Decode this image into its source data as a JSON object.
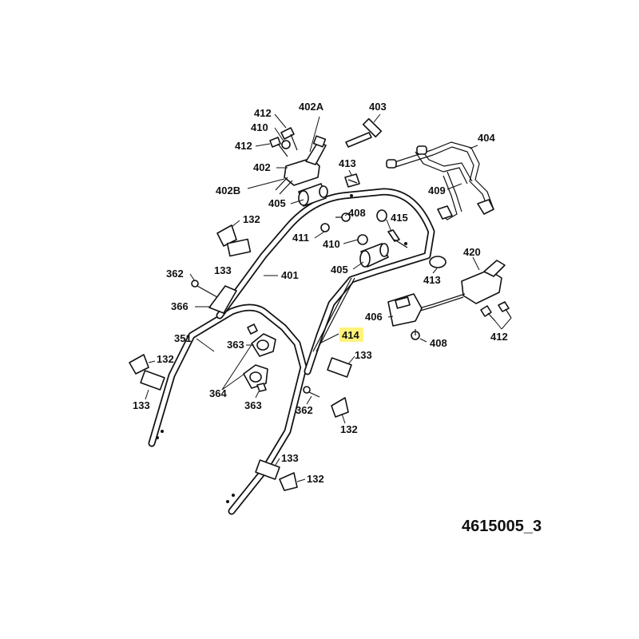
{
  "diagram": {
    "drawing_id": "4615005_3",
    "highlight_color": "#fff27a",
    "labels": {
      "p412a": "412",
      "p402a": "402A",
      "p403": "403",
      "p410a": "410",
      "p412b": "412",
      "p404": "404",
      "p402": "402",
      "p413a": "413",
      "p402b": "402B",
      "p409": "409",
      "p405a": "405",
      "p408a": "408",
      "p132a": "132",
      "p415": "415",
      "p411": "411",
      "p410b": "410",
      "p133a": "133",
      "p420": "420",
      "p405b": "405",
      "p413b": "413",
      "p362a": "362",
      "p401": "401",
      "p366": "366",
      "p406": "406",
      "p351": "351",
      "p414": "414",
      "p408b": "408",
      "p412c": "412",
      "p363a": "363",
      "p133b": "133",
      "p132b": "132",
      "p364": "364",
      "p133c": "133",
      "p363b": "363",
      "p362b": "362",
      "p132c": "132",
      "p133d": "133",
      "p132d": "132"
    }
  }
}
